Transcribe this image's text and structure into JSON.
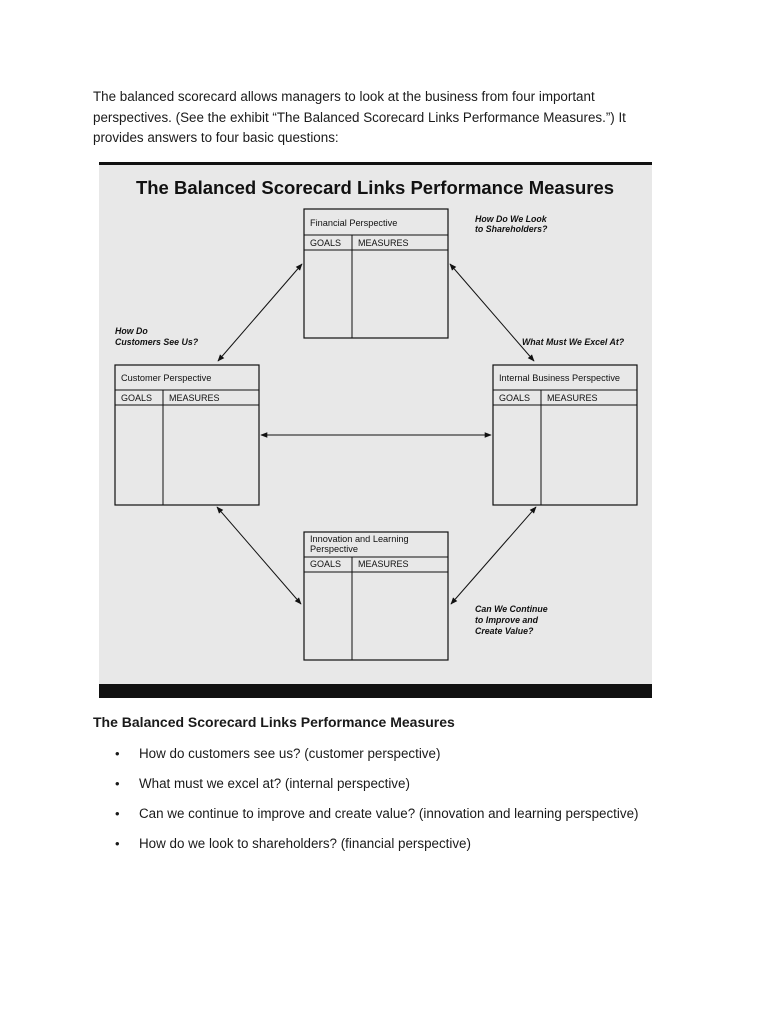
{
  "intro": {
    "lines": [
      "The balanced scorecard allows managers to look at the business from four important",
      "perspectives. (See the exhibit “The Balanced Scorecard Links Performance Measures.”) It",
      "provides answers to four basic questions:"
    ]
  },
  "exhibit": {
    "title": "The Balanced Scorecard Links Performance Measures",
    "boxes": {
      "financial": {
        "title": "Financial Perspective",
        "goals": "GOALS",
        "measures": "MEASURES"
      },
      "customer": {
        "title": "Customer Perspective",
        "goals": "GOALS",
        "measures": "MEASURES"
      },
      "internal": {
        "title": "Internal Business Perspective",
        "goals": "GOALS",
        "measures": "MEASURES"
      },
      "innovation": {
        "title_line1": "Innovation and Learning",
        "title_line2": "Perspective",
        "goals": "GOALS",
        "measures": "MEASURES"
      }
    },
    "questions": {
      "shareholders_line1": "How Do We Look",
      "shareholders_line2": "to Shareholders?",
      "customers_line1": "How Do",
      "customers_line2": "Customers See Us?",
      "excel": "What Must We Excel At?",
      "improve_line1": "Can We Continue",
      "improve_line2": "to Improve and",
      "improve_line3": "Create Value?"
    }
  },
  "caption": "The Balanced Scorecard Links Performance Measures",
  "list": [
    "How do customers see us? (customer perspective)",
    "What must we excel at? (internal perspective)",
    "Can we continue to improve and create value? (innovation and learning perspective)",
    "How do we look to shareholders? (financial perspective)"
  ],
  "bullet": "•"
}
